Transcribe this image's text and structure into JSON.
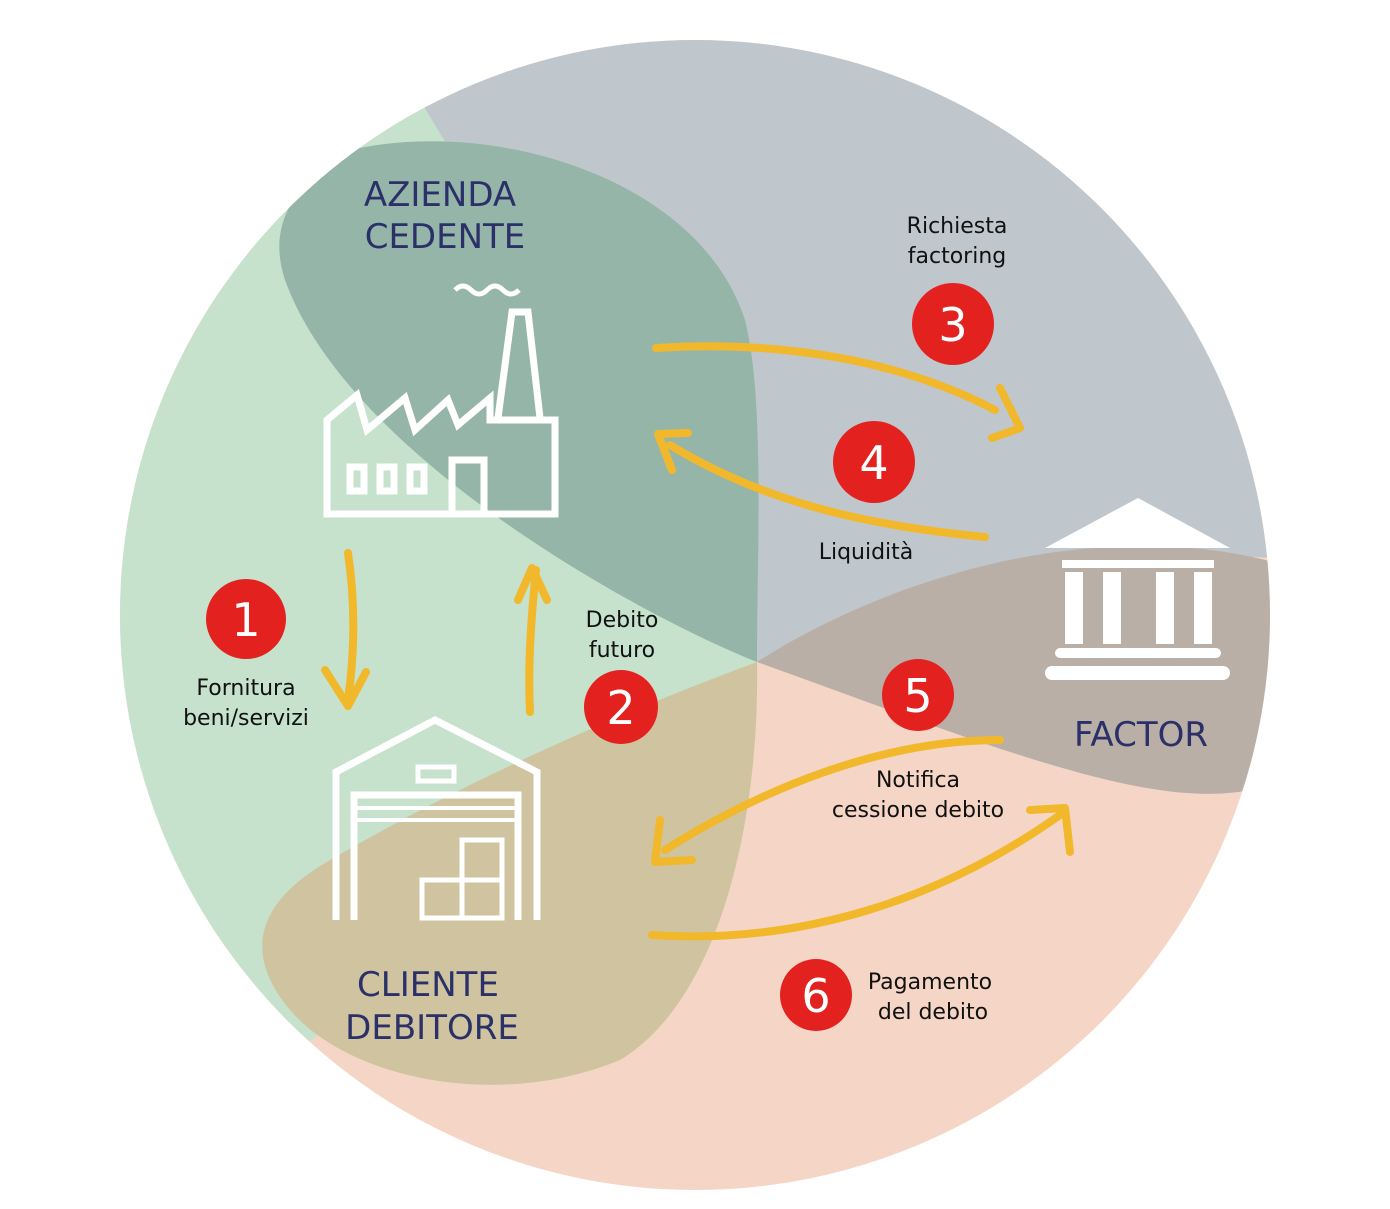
{
  "colors": {
    "green": "#c6e2cc",
    "gray": "#bfc7cc",
    "peach": "#f5d6c6",
    "azienda": "#96b5a9",
    "cliente": "#cfc49f",
    "factor": "#b9afa7",
    "arrow": "#f2b82b",
    "badge": "#e3211f",
    "title": "#2b3168"
  },
  "entities": {
    "azienda": [
      "AZIENDA",
      "CEDENTE"
    ],
    "cliente": [
      "CLIENTE",
      "DEBITORE"
    ],
    "factor": "FACTOR"
  },
  "steps": [
    {
      "num": "1",
      "label": [
        "Fornitura",
        "beni/servizi"
      ]
    },
    {
      "num": "2",
      "label": [
        "Debito",
        "futuro"
      ]
    },
    {
      "num": "3",
      "label": [
        "Richiesta",
        "factoring"
      ]
    },
    {
      "num": "4",
      "label": [
        "Liquidità"
      ]
    },
    {
      "num": "5",
      "label": [
        "Notifica",
        "cessione debito"
      ]
    },
    {
      "num": "6",
      "label": [
        "Pagamento",
        "del debito"
      ]
    }
  ],
  "icons": [
    "factory-icon",
    "warehouse-icon",
    "bank-icon"
  ]
}
